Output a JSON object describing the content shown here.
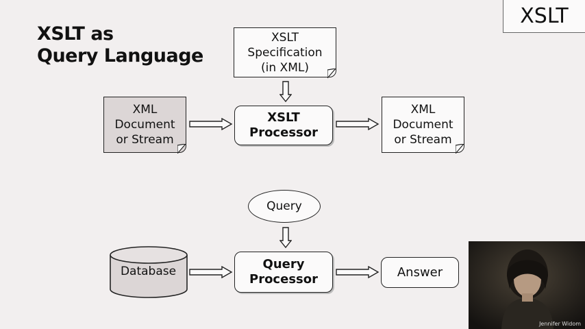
{
  "title": {
    "line1": "XSLT as",
    "line2": "Query Language"
  },
  "corner_tag": "XSLT",
  "top_diagram": {
    "spec": [
      "XSLT",
      "Specification",
      "(in XML)"
    ],
    "input": [
      "XML",
      "Document",
      "or Stream"
    ],
    "processor": [
      "XSLT",
      "Processor"
    ],
    "output": [
      "XML",
      "Document",
      "or Stream"
    ]
  },
  "bottom_diagram": {
    "query": "Query",
    "database": "Database",
    "processor": [
      "Query",
      "Processor"
    ],
    "answer": "Answer"
  },
  "video": {
    "caption": "Jennifer Widom"
  }
}
